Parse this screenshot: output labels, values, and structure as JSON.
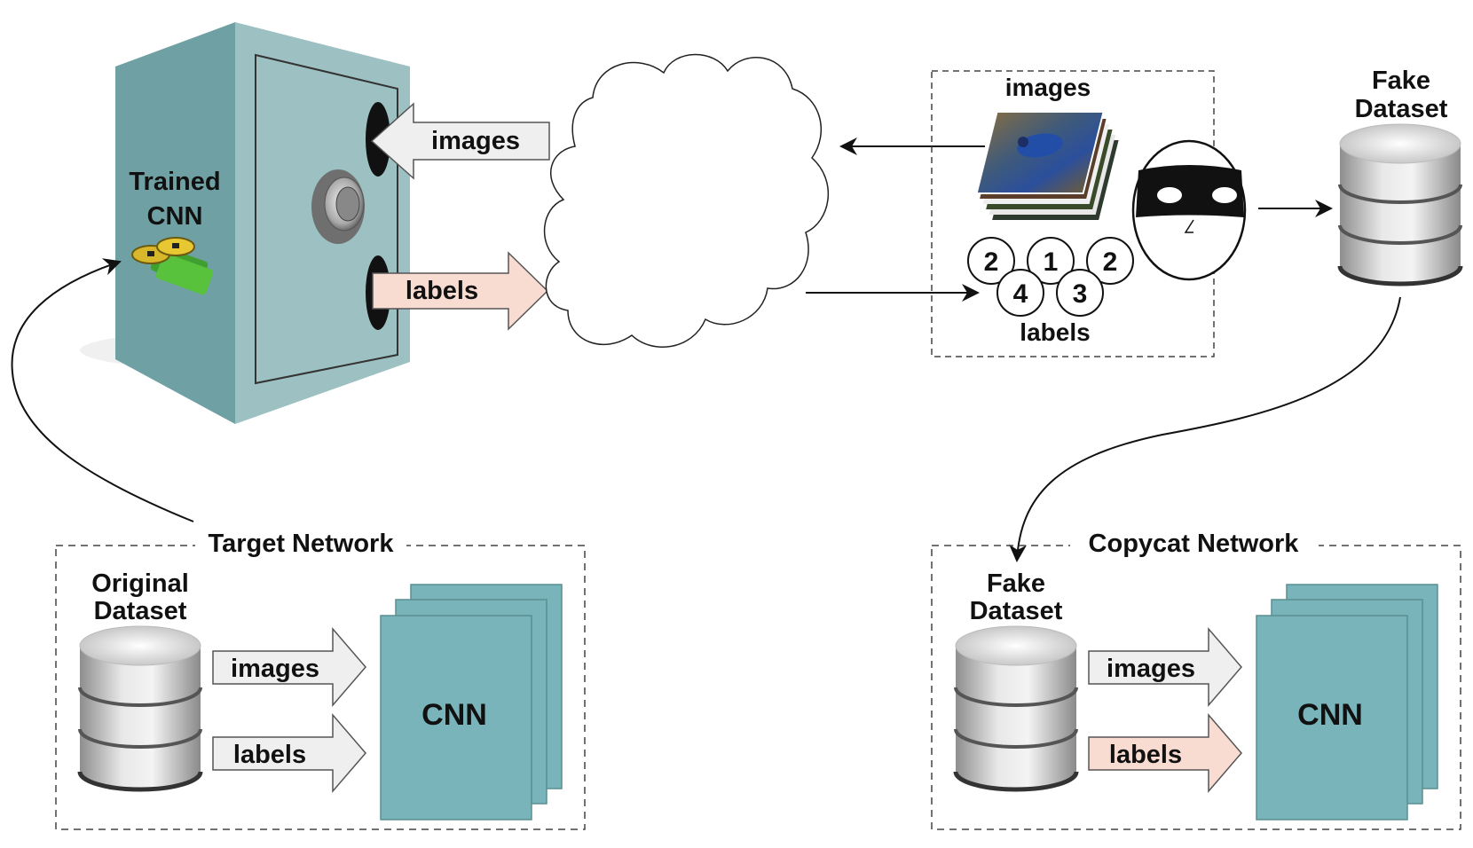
{
  "safe": {
    "title_line1": "Trained",
    "title_line2": "CNN",
    "images_arrow": "images",
    "labels_arrow": "labels"
  },
  "query_box": {
    "images": "images",
    "labels": "labels",
    "label_digits": [
      "2",
      "1",
      "2",
      "4",
      "3"
    ]
  },
  "fake_dataset_top": {
    "line1": "Fake",
    "line2": "Dataset"
  },
  "target_network": {
    "title": "Target Network",
    "dataset_line1": "Original",
    "dataset_line2": "Dataset",
    "images_arrow": "images",
    "labels_arrow": "labels",
    "cnn": "CNN"
  },
  "copycat_network": {
    "title": "Copycat Network",
    "dataset_line1": "Fake",
    "dataset_line2": "Dataset",
    "images_arrow": "images",
    "labels_arrow": "labels",
    "cnn": "CNN"
  },
  "colors": {
    "teal": "#78b4b9",
    "teal_dark": "#6a9ea0",
    "safe_front": "#9bbfc1",
    "arrow_grey": "#efefef",
    "arrow_pink": "#f8dcd2"
  }
}
